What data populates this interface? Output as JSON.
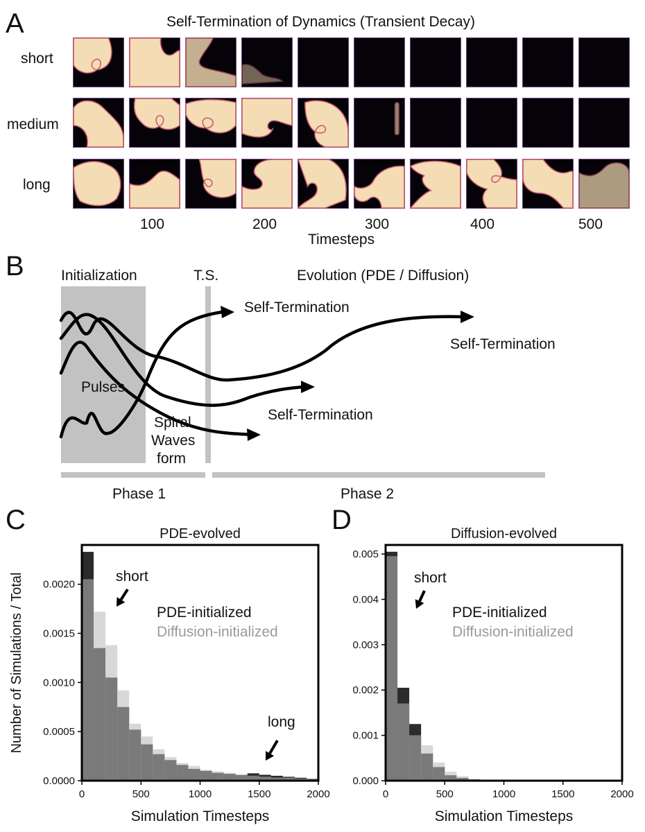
{
  "panelA": {
    "letter": "A",
    "title": "Self-Termination of Dynamics (Transient Decay)",
    "rows": [
      {
        "label": "short",
        "tiles": [
          "spiral",
          "blob-a",
          "fade-a",
          "fade-b",
          "dark",
          "dark",
          "dark",
          "dark",
          "dark",
          "dark"
        ]
      },
      {
        "label": "medium",
        "tiles": [
          "blob-b",
          "spiral-b",
          "spiral-c",
          "spiral-d",
          "spiral-e",
          "line",
          "dark",
          "dark",
          "dark",
          "dark"
        ]
      },
      {
        "label": "long",
        "tiles": [
          "blob-c",
          "blob-d",
          "spiral-f",
          "blob-e",
          "spiral-g",
          "blob-f",
          "blob-g",
          "spiral-h",
          "spiral-i",
          "fade-c"
        ]
      }
    ],
    "tick_labels": [
      "100",
      "200",
      "300",
      "400",
      "500"
    ],
    "xlabel": "Timesteps"
  },
  "panelB": {
    "letter": "B",
    "initialization": "Initialization",
    "ts": "T.S.",
    "evolution": "Evolution (PDE / Diffusion)",
    "pulses": "Pulses",
    "spiral_line1": "Spiral",
    "spiral_line2": "Waves",
    "spiral_line3": "form",
    "self_term_1": "Self-Termination",
    "self_term_2": "Self-Termination",
    "self_term_3": "Self-Termination",
    "phase1": "Phase 1",
    "phase2": "Phase 2"
  },
  "panelC": {
    "letter": "C",
    "annot_short": "short",
    "annot_long": "long",
    "legend_pde": "PDE-initialized",
    "legend_diff": "Diffusion-initialized"
  },
  "panelD": {
    "letter": "D",
    "annot_short": "short",
    "legend_pde": "PDE-initialized",
    "legend_diff": "Diffusion-initialized"
  },
  "chart_data": [
    {
      "type": "bar",
      "title": "PDE-evolved",
      "xlabel": "Simulation Timesteps",
      "ylabel": "Number of Simulations / Total",
      "xlim": [
        0,
        2000
      ],
      "ylim": [
        0,
        0.0024
      ],
      "xticks": [
        "0",
        "500",
        "1000",
        "1500",
        "2000"
      ],
      "yticks": [
        "0.0000",
        "0.0005",
        "0.0010",
        "0.0015",
        "0.0020"
      ],
      "bin_width": 100,
      "x": [
        0,
        100,
        200,
        300,
        400,
        500,
        600,
        700,
        800,
        900,
        1000,
        1100,
        1200,
        1300,
        1400,
        1500,
        1600,
        1700,
        1800,
        1900
      ],
      "series": [
        {
          "name": "PDE-initialized",
          "color": "#2b2b2b",
          "values": [
            0.00233,
            0.00135,
            0.00105,
            0.00075,
            0.00052,
            0.00037,
            0.00027,
            0.00021,
            0.00016,
            0.00012,
            0.0001,
            8e-05,
            7e-05,
            6e-05,
            7.5e-05,
            6e-05,
            5e-05,
            4e-05,
            3e-05,
            2e-05
          ]
        },
        {
          "name": "Diffusion-initialized",
          "color": "#d8d8d8",
          "values": [
            0.00205,
            0.00172,
            0.00138,
            0.00092,
            0.00058,
            0.00045,
            0.00032,
            0.00024,
            0.00018,
            0.00015,
            0.00011,
            9.5e-05,
            8e-05,
            6e-05,
            5e-05,
            4e-05,
            3e-05,
            3e-05,
            2e-05,
            2e-05
          ]
        }
      ]
    },
    {
      "type": "bar",
      "title": "Diffusion-evolved",
      "xlabel": "Simulation Timesteps",
      "ylabel": "",
      "xlim": [
        0,
        2000
      ],
      "ylim": [
        0,
        0.0052
      ],
      "xticks": [
        "0",
        "500",
        "1000",
        "1500",
        "2000"
      ],
      "yticks": [
        "0.000",
        "0.001",
        "0.002",
        "0.003",
        "0.004",
        "0.005"
      ],
      "bin_width": 100,
      "x": [
        0,
        100,
        200,
        300,
        400,
        500,
        600,
        700,
        800,
        900,
        1000,
        1100,
        1200,
        1300,
        1400,
        1500,
        1600,
        1700,
        1800,
        1900
      ],
      "series": [
        {
          "name": "PDE-initialized",
          "color": "#2b2b2b",
          "values": [
            0.00505,
            0.00205,
            0.00125,
            0.0006,
            0.0003,
            0.00012,
            6e-05,
            3e-05,
            1e-05,
            0,
            0,
            0,
            0,
            0,
            0,
            0,
            0,
            0,
            0,
            0
          ]
        },
        {
          "name": "Diffusion-initialized",
          "color": "#d8d8d8",
          "values": [
            0.00495,
            0.0017,
            0.001,
            0.00078,
            0.0004,
            0.0002,
            0.0001,
            4e-05,
            1e-05,
            0,
            0,
            0,
            0,
            0,
            0,
            0,
            0,
            0,
            0,
            0
          ]
        }
      ]
    }
  ]
}
